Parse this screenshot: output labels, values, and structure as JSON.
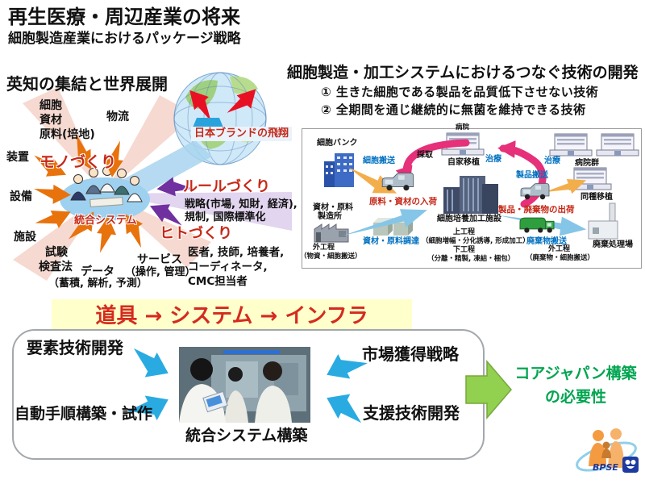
{
  "header": {
    "title": "再生医療・周辺産業の将来",
    "subtitle": "細胞製造産業におけるパッケージ戦略"
  },
  "left_diagram": {
    "heading": "英知の集結と世界展開",
    "globe_label": "日本ブランドの飛翔",
    "center_label": "統合システム",
    "pillar_mono": "モノづくり",
    "pillar_rule": "ルールづくり",
    "pillar_hito": "ヒトづくり",
    "cell_lines": [
      "細胞",
      "資材",
      "原料(培地)"
    ],
    "logistics": "物流",
    "equipment": "装置",
    "hardware": "設備",
    "facility": "施設",
    "test_lines": [
      "試験",
      "検査法"
    ],
    "data_label": "データ",
    "data_sub": "（蓄積, 解析, 予測）",
    "service_label": "サービス",
    "service_sub": "（操作, 管理）",
    "rule_sub": [
      "戦略(市場, 知財, 経済),",
      "規制, 国際標準化"
    ],
    "hito_sub": [
      "医者, 技師, 培養者,",
      "コーディネータ,",
      "CMC担当者"
    ]
  },
  "right_diagram": {
    "heading": "細胞製造・加工システムにおけるつなぐ技術の開発",
    "points": [
      "① 生きた細胞である製品を品質低下させない技術",
      "② 全期間を通じ継続的に無菌を維持できる技術"
    ],
    "cell_bank": "細胞バンク",
    "cell_transport": "細胞搬送",
    "harvest": "採取",
    "hospital_top": "病院",
    "autologous": "自家移植",
    "treatment_left": "治療",
    "treatment_right": "治療",
    "hospital_group": "病院群",
    "product_transport": "製品搬送",
    "allogeneic": "同種移植",
    "materials_in": "原料・資材の入荷",
    "maker_lines": [
      "資材・原料",
      "製造所"
    ],
    "procurement": "資材・原料調達",
    "facility_label": "細胞培養加工施設",
    "product_waste_out": "製品・廃棄物の出荷",
    "upper_process": "上工程",
    "upper_sub": "（細胞増幅・分化誘導, 形成加工）",
    "lower_process": "下工程",
    "lower_sub": "（分離・精製, 凍結・梱包）",
    "waste_transport": "廃棄物搬送",
    "waste_plant": "廃棄処理場",
    "outer_left_lines": [
      "外工程",
      "（物資・細胞搬送）"
    ],
    "outer_right_lines": [
      "外工程",
      "（廃棄物・細胞搬送）"
    ]
  },
  "bottom": {
    "banner": "道具 → システム → インフラ",
    "left_top": "要素技術開発",
    "left_bottom": "自動手順構築・試作",
    "right_top": "市場獲得戦略",
    "right_bottom": "支援技術開発",
    "photo_caption": "統合システム構築",
    "conclusion_lines": [
      "コアジャパン構築",
      "の必要性"
    ],
    "logo_text": "BPSE"
  },
  "colors": {
    "red_text": "#c62817",
    "orange_arrow": "#e8720c",
    "purple_arrow": "#7030a0",
    "magenta_arrow": "#e6307a",
    "blue_arrow": "#29abe2",
    "light_blue_arrow": "#85c6e8",
    "orange_flow_arrow": "#f3ae4c",
    "green_arrow": "#92d050",
    "green_text": "#00a550",
    "blue_label": "#0070c0",
    "banner_bg": "#ffffcc"
  },
  "icons": [
    "globe-icon",
    "japan-brand-arrows-icon",
    "people-group-icon",
    "hospital-icon",
    "office-building-icon",
    "factory-icon",
    "van-icon",
    "garbage-truck-icon",
    "cargo-boxes-icon",
    "waste-plant-icon",
    "lab-photo",
    "bpse-logo"
  ]
}
